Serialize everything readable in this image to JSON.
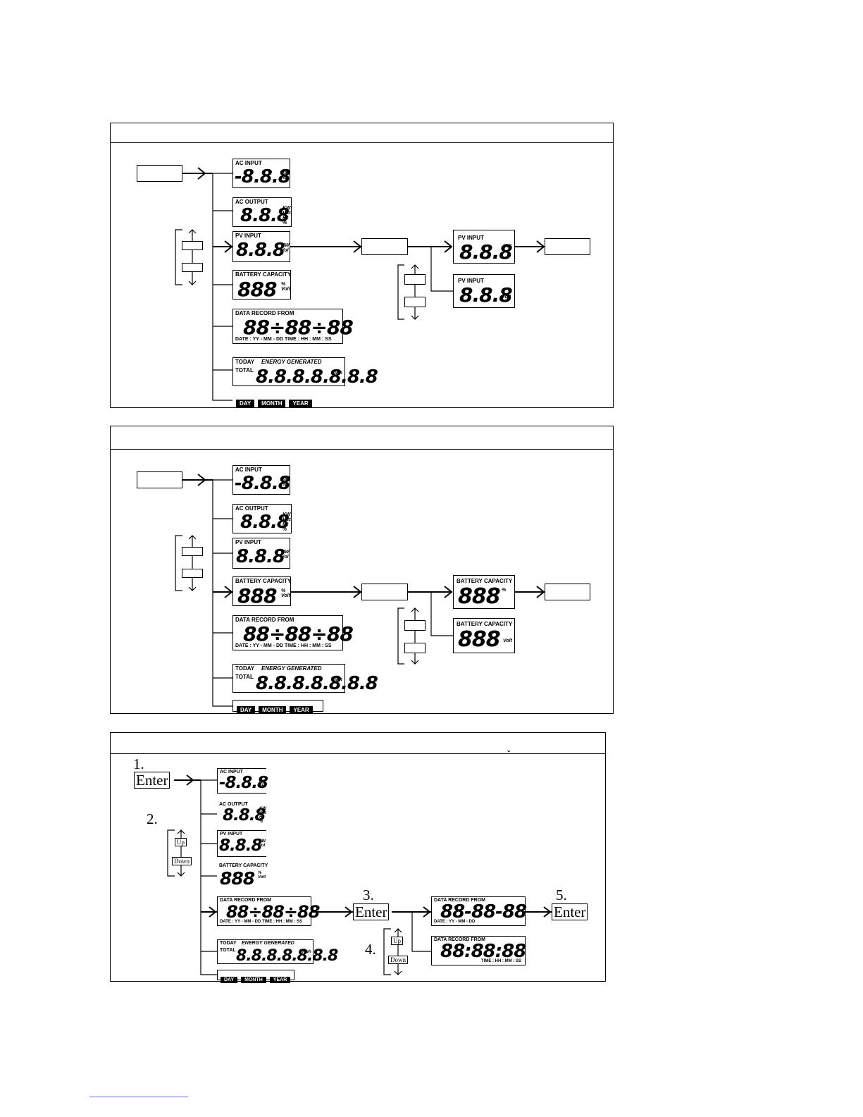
{
  "lcd": {
    "ac_input": {
      "label": "AC INPUT",
      "digits": "-8.8.8",
      "units": "Vac\nHz"
    },
    "ac_output": {
      "label": "AC OUTPUT",
      "digits": "8.8.8",
      "units": "KW\nVac\nHz\n%"
    },
    "pv_input": {
      "label": "PV INPUT",
      "digits": "8.8.8",
      "units": "KW\nVol"
    },
    "pv_input_kw": {
      "label": "PV INPUT",
      "digits": "8.8.8",
      "units": "KW"
    },
    "pv_input_volt": {
      "label": "PV INPUT",
      "digits": "8.8.8",
      "units": "Volt"
    },
    "battery": {
      "label": "BATTERY CAPACITY",
      "digits": "888",
      "units": "%\nVolt"
    },
    "battery_pct": {
      "label": "BATTERY CAPACITY",
      "digits": "888",
      "units": "%"
    },
    "battery_volt": {
      "label": "BATTERY CAPACITY",
      "digits": "888",
      "units": "Volt"
    },
    "data_record": {
      "label": "DATA RECORD FROM",
      "digits": "88÷88÷88",
      "footer": "DATE : YY - MM - DD  TIME : HH : MM : SS"
    },
    "data_record_date": {
      "label": "DATA RECORD FROM",
      "digits": "88-88-88",
      "footer": "DATE : YY - MM - DD"
    },
    "data_record_time": {
      "label": "DATA RECORD FROM",
      "digits": "88:88:88",
      "footer": "TIME : HH : MM : SS"
    },
    "energy": {
      "label_today": "TODAY",
      "label_energy": "ENERGY GENERATED",
      "label_total": "TOTAL",
      "digits": "8.8.8.8.8.8.8",
      "units": "Kwh"
    }
  },
  "tags": {
    "day": "DAY",
    "month": "MONTH",
    "year": "YEAR"
  },
  "steps": {
    "s1": "1.",
    "s2": "2.",
    "s3": "3.",
    "s4": "4.",
    "s5": "5."
  },
  "buttons": {
    "enter": "Enter",
    "up": "Up",
    "down": "Down"
  },
  "caret": "ˇ"
}
